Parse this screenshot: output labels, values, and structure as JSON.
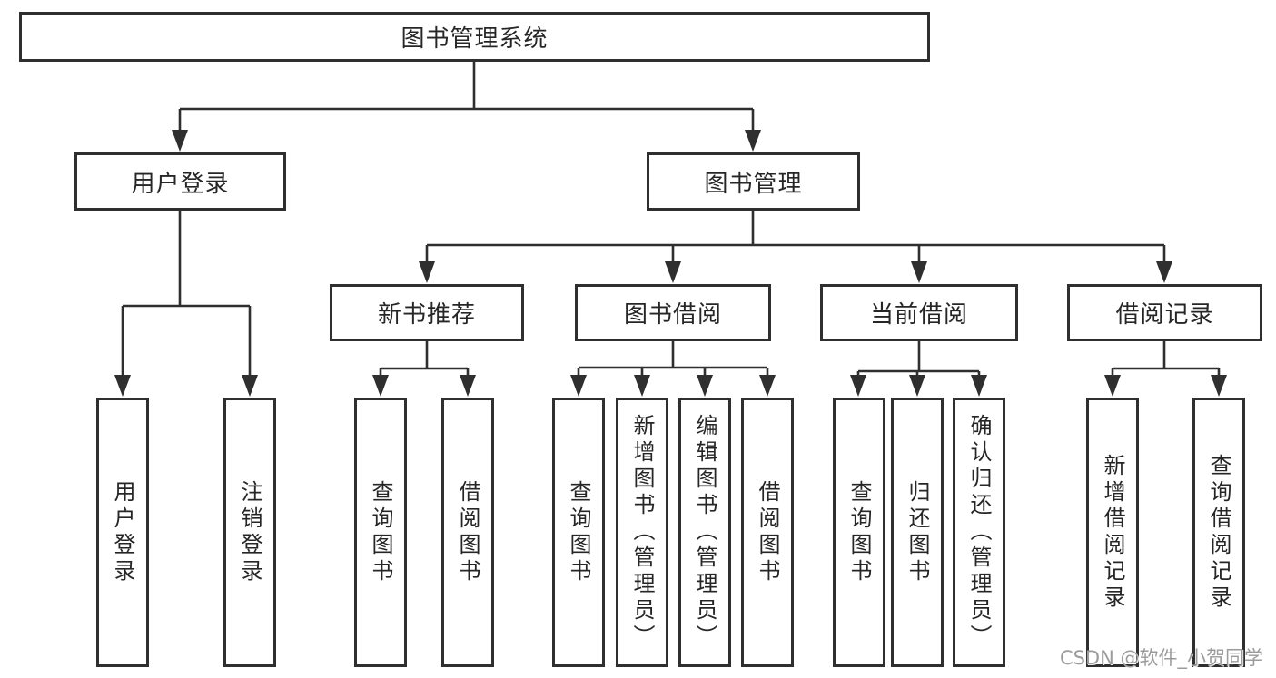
{
  "diagram": {
    "title": "图书管理系统",
    "nodes": {
      "root": "图书管理系统",
      "user_login": "用户登录",
      "book_mgmt": "图书管理",
      "new_book_rec": "新书推荐",
      "book_borrow": "图书借阅",
      "current_borrow": "当前借阅",
      "borrow_record": "借阅记录",
      "leaf_user_login": "用户登录",
      "leaf_logout": "注销登录",
      "nbr_query_book": "查询图书",
      "nbr_borrow_book": "借阅图书",
      "bb_query_book": "查询图书",
      "bb_add_book": "新增图书（管理员）",
      "bb_edit_book": "编辑图书（管理员）",
      "bb_borrow_book": "借阅图书",
      "cb_query_book": "查询图书",
      "cb_return_book": "归还图书",
      "cb_confirm_return": "确认归还（管理员）",
      "br_add_record": "新增借阅记录",
      "br_query_record": "查询借阅记录"
    }
  },
  "watermark": {
    "text": "CSDN @软件_小贺同学"
  },
  "colors": {
    "line": "#2f2f2f",
    "box_border": "#2f2f2f",
    "text": "#262626",
    "background": "#ffffff",
    "watermark": "#9b9b9b"
  }
}
